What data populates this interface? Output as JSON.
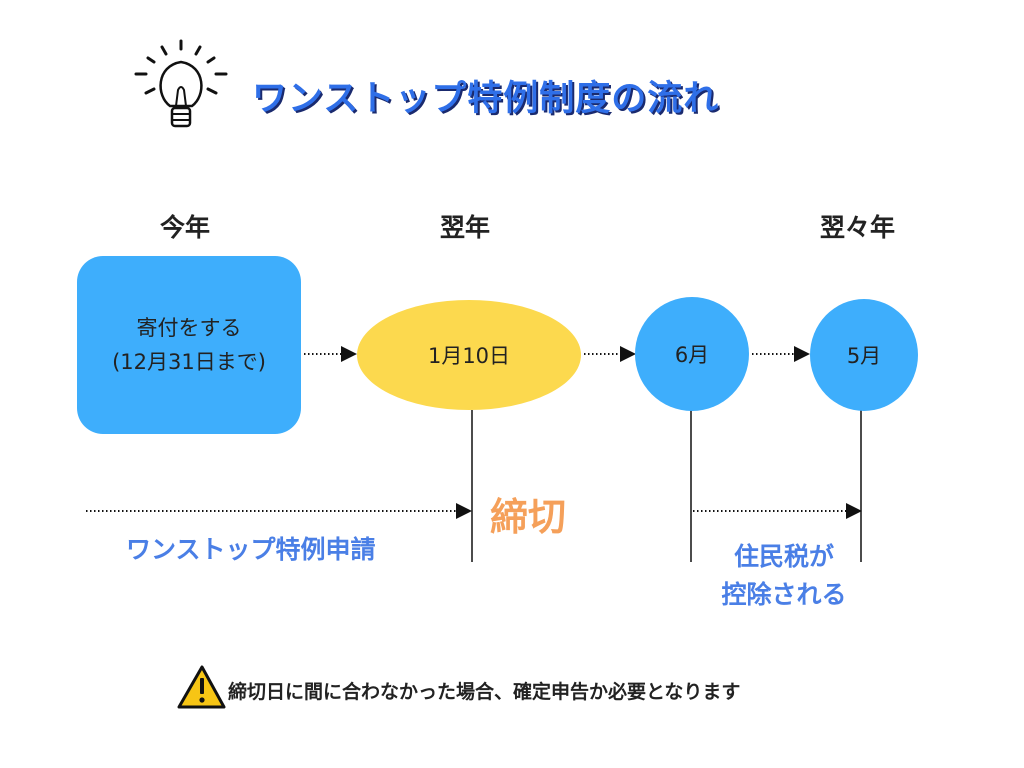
{
  "title": "ワンストップ特例制度の流れ",
  "years": {
    "this_year": "今年",
    "next_year": "翌年",
    "year_after_next": "翌々年"
  },
  "nodes": {
    "donate_line1": "寄付をする",
    "donate_line2": "(12月31日まで)",
    "deadline_date": "1月10日",
    "june": "6月",
    "may": "5月"
  },
  "labels": {
    "application": "ワンストップ特例申請",
    "deadline": "締切",
    "tax_line1": "住民税が",
    "tax_line2": "控除される"
  },
  "warning_note": "締切日に間に合わなかった場合、確定申告か必要となります",
  "colors": {
    "title": "#2f6fe8",
    "node_blue": "#3eaefc",
    "node_yellow": "#fcd94e",
    "label_blue": "#4a7fe6",
    "deadline_orange": "#f5a05a",
    "warning_yellow": "#f7c515"
  },
  "icons": {
    "title_icon": "lightbulb-icon",
    "note_icon": "warning-icon"
  }
}
